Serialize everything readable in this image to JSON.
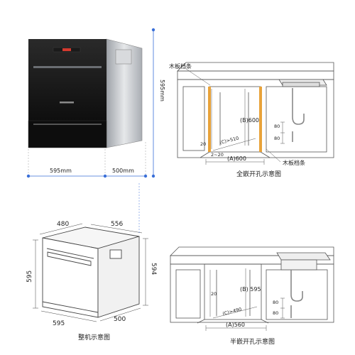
{
  "photo": {
    "dim_width": "595mm",
    "dim_depth": "500mm",
    "dim_height": "595mm"
  },
  "full_embed": {
    "label_wood_strip_top": "木板档条",
    "label_wood_strip_bottom": "木板档条",
    "dim_B": "(B)600",
    "dim_C": "(C)>510",
    "dim_A": "(A)600",
    "dim_20": "20",
    "dim_2_20": "2~20",
    "dim_80_upper": "80",
    "dim_80_lower": "80",
    "caption": "全嵌开孔示意图"
  },
  "machine": {
    "dim_top_width": "480",
    "dim_top_depth": "556",
    "dim_left_height": "595",
    "dim_right_height": "594",
    "dim_bottom_width": "595",
    "dim_bottom_depth": "500",
    "caption": "整机示意图"
  },
  "half_embed": {
    "dim_B": "(B) 595",
    "dim_C": "(C)>490",
    "dim_A": "(A)560",
    "dim_20": "20",
    "dim_80_upper": "80",
    "dim_80_lower": "80",
    "caption": "半嵌开孔示意图"
  },
  "colors": {
    "dim_blue": "#3a6fd8",
    "line": "#555555",
    "panel_black": "#111111",
    "steel": "#c9ccd0"
  }
}
